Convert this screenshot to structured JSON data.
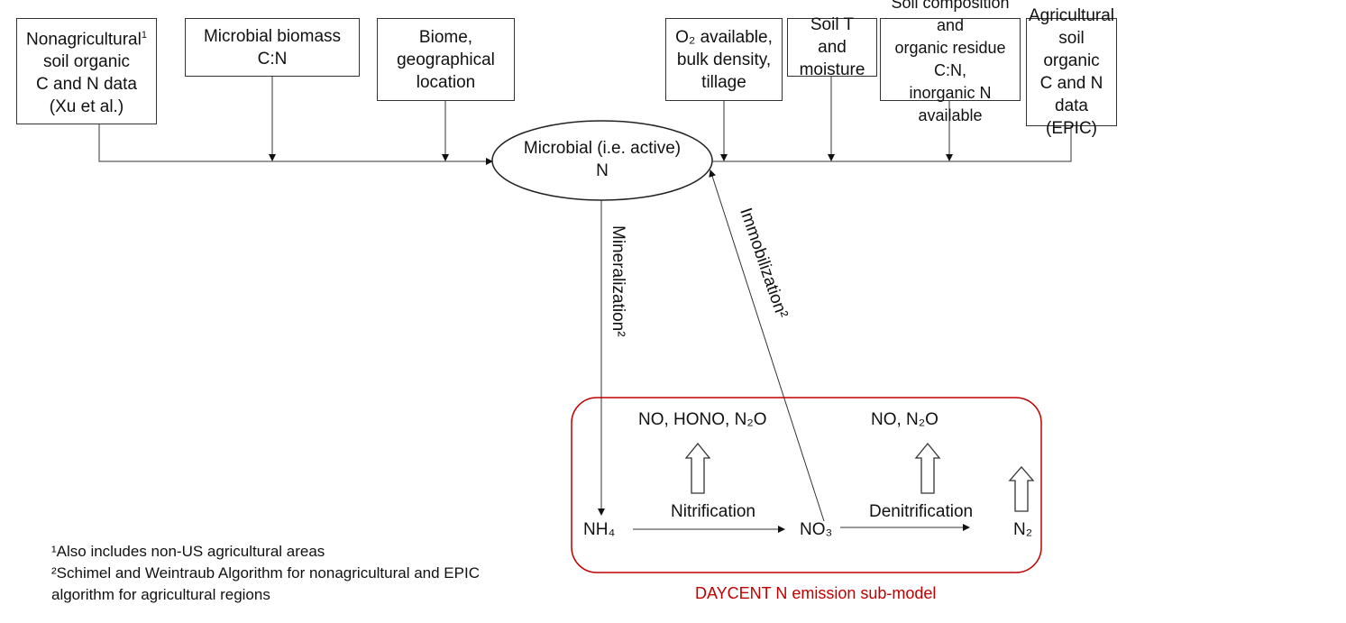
{
  "inputs_left": [
    {
      "id": "nonag",
      "lines": [
        "Nonagricultural",
        "soil organic",
        "C and N data",
        "(Xu et al.)"
      ],
      "sup": "1"
    },
    {
      "id": "biomass",
      "lines": [
        "Microbial biomass",
        "C:N"
      ]
    },
    {
      "id": "biome",
      "lines": [
        "Biome,",
        "geographical",
        "location"
      ]
    }
  ],
  "inputs_right": [
    {
      "id": "o2",
      "lines": [
        "O₂ available,",
        "bulk density,",
        "tillage"
      ]
    },
    {
      "id": "soilt",
      "lines": [
        "Soil T",
        "and moisture"
      ]
    },
    {
      "id": "soilcomp",
      "lines": [
        "Soil composition and",
        "organic residue C:N,",
        "inorganic N available"
      ]
    },
    {
      "id": "ag",
      "lines": [
        "Agricultural",
        "soil organic",
        "C and N data",
        "(EPIC)"
      ]
    }
  ],
  "center": {
    "line1": "Microbial (i.e. active)",
    "line2": "N"
  },
  "flows": {
    "mineralization": "Mineralization²",
    "immobilization": "Immobilization²"
  },
  "submodel": {
    "title": "DAYCENT N emission sub-model",
    "nh4": "NH₄",
    "no3": "NO₃",
    "n2": "N₂",
    "nitrification": "Nitrification",
    "denitrification": "Denitrification",
    "nit_emissions": "NO, HONO, N₂O",
    "denit_emissions": "NO, N₂O",
    "accent": "#c00000"
  },
  "footnotes": [
    "¹Also includes non-US agricultural areas",
    "²Schimel and Weintraub Algorithm for nonagricultural and EPIC algorithm for agricultural regions"
  ]
}
